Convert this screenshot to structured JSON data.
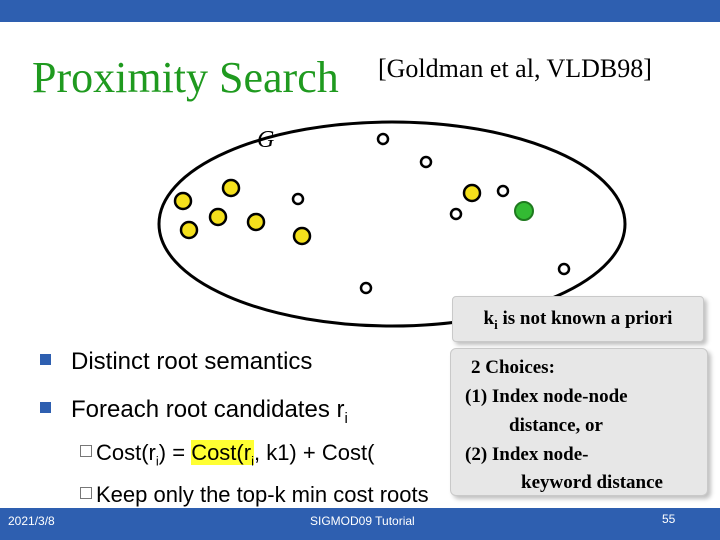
{
  "slide": {
    "title": "Proximity Search",
    "citation": "[Goldman et al, VLDB98]",
    "graph_label": "G",
    "callout_top": {
      "k": "k",
      "k_sub": "i",
      "rest": " is not known a priori"
    },
    "bullets": [
      {
        "text": "Distinct root semantics"
      },
      {
        "text": "Foreach root candidates r",
        "sub": "i"
      }
    ],
    "sub_bullets": {
      "cost": {
        "p1": "Cost(r",
        "p1_sub": "i",
        "p2": ") = ",
        "p3": "Cost(r",
        "p3_sub": "i",
        "p4": ", k1) + Cost("
      },
      "keep": {
        "text": "Keep only the top-k min cost roots"
      }
    },
    "choices_box": {
      "line1": "2 Choices:",
      "line2": "(1) Index node-node",
      "line3": "distance, or",
      "line4": "(2) Index node-",
      "line5": "keyword distance"
    },
    "footer": {
      "date": "2021/3/8",
      "venue": "SIGMOD09 Tutorial",
      "page": "55"
    },
    "colors": {
      "title_green": "#1f9a1f",
      "bar_blue": "#2e5fb0",
      "node_yellow": "#f4e01c",
      "node_green": "#33bb33",
      "highlight_yellow": "#ffff33",
      "highlight_green": "#33cc33"
    }
  }
}
